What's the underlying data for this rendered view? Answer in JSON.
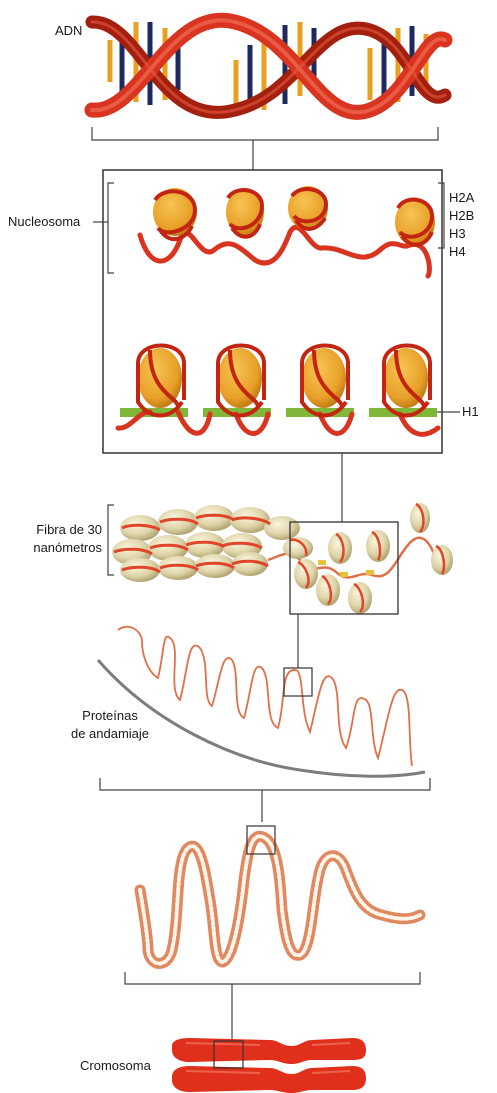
{
  "labels": {
    "adn": "ADN",
    "nucleosoma": "Nucleosoma",
    "h2a": "H2A",
    "h2b": "H2B",
    "h3": "H3",
    "h4": "H4",
    "h1": "H1",
    "fibra_line1": "Fibra de 30",
    "fibra_line2": "nanómetros",
    "proteinas_line1": "Proteínas",
    "proteinas_line2": "de andamiaje",
    "cromosoma": "Cromosoma"
  },
  "colors": {
    "dna_strand": "#d9341f",
    "dna_strand_dark": "#a3200f",
    "base_orange": "#e8a020",
    "base_navy": "#1c2a5e",
    "histone_core": "#e8a028",
    "histone_shadow": "#c47d12",
    "h1_bar": "#7fb838",
    "fiber_bead": "#ddd3a8",
    "scaffold_line": "#7d7d7d",
    "chromatin_loop": "#e0704a",
    "chromosome": "#e0301c",
    "bracket": "#444444"
  },
  "icons": {
    "dna": "double-helix-icon",
    "nucleosome": "histone-bead-icon",
    "chromosome": "chromosome-icon"
  }
}
